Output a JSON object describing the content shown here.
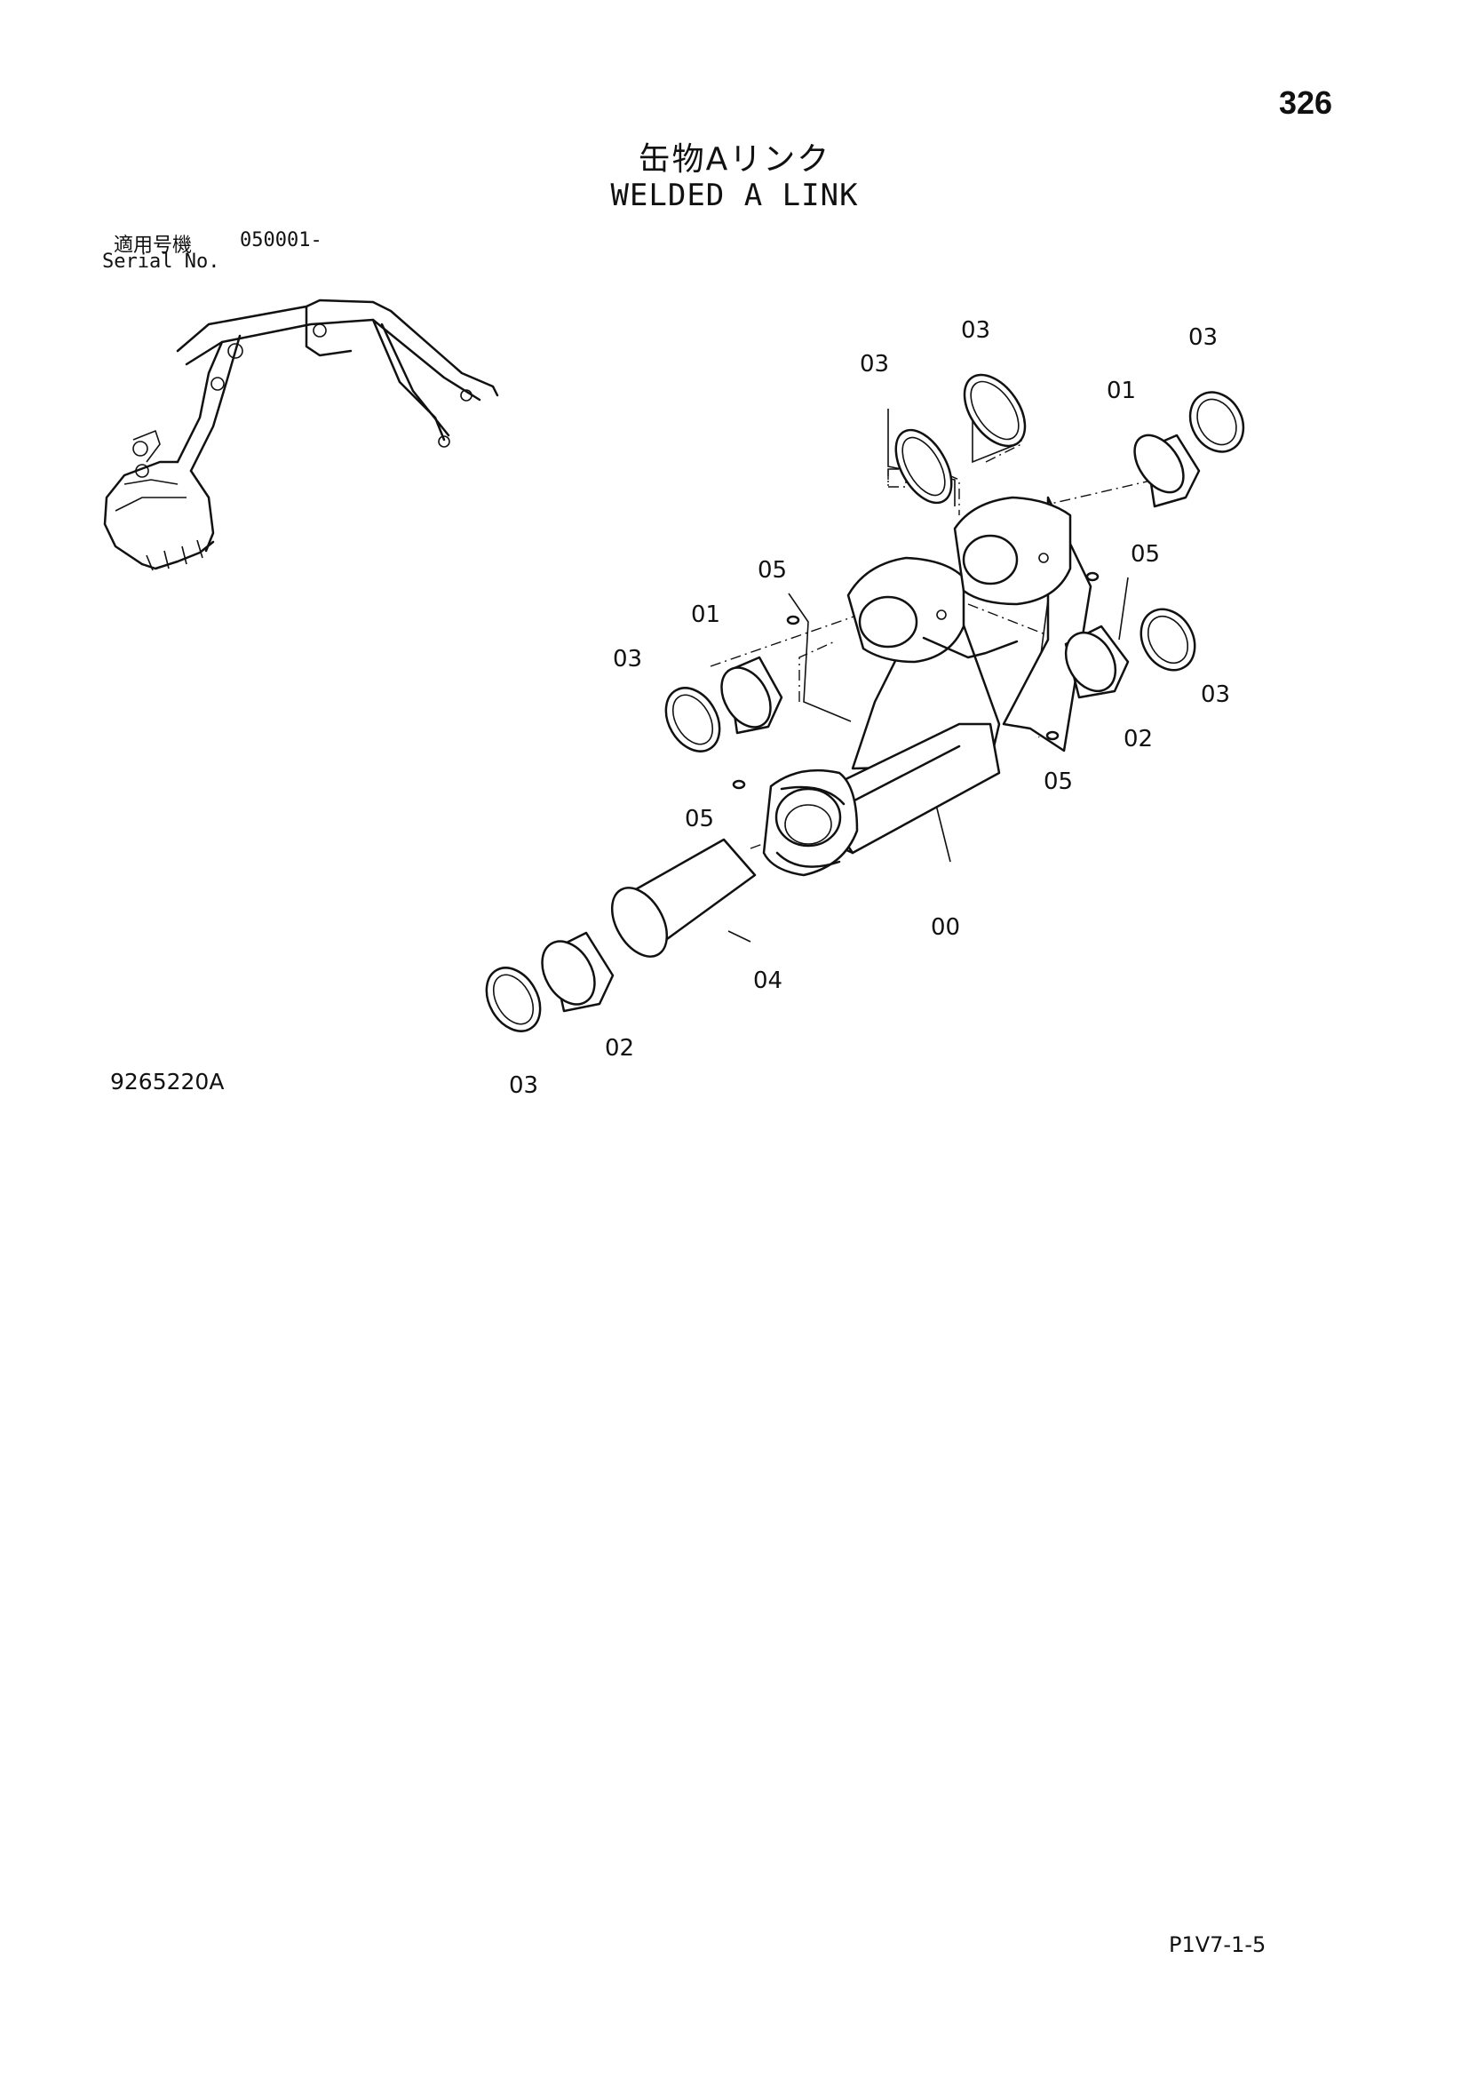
{
  "header": {
    "page_number": "326",
    "title_jp": "缶物Aリンク",
    "title_en": "WELDED A LINK"
  },
  "serial": {
    "label_jp": "適用号機",
    "range": "050001-",
    "label_en": "Serial No."
  },
  "drawing_number": "9265220A",
  "footer_code": "P1V7-1-5",
  "callouts": [
    {
      "id": "c1",
      "text": "03"
    },
    {
      "id": "c2",
      "text": "03"
    },
    {
      "id": "c3",
      "text": "03"
    },
    {
      "id": "c4",
      "text": "01"
    },
    {
      "id": "c5",
      "text": "05"
    },
    {
      "id": "c6",
      "text": "05"
    },
    {
      "id": "c7",
      "text": "01"
    },
    {
      "id": "c8",
      "text": "03"
    },
    {
      "id": "c9",
      "text": "03"
    },
    {
      "id": "c10",
      "text": "02"
    },
    {
      "id": "c11",
      "text": "05"
    },
    {
      "id": "c12",
      "text": "05"
    },
    {
      "id": "c13",
      "text": "00"
    },
    {
      "id": "c14",
      "text": "04"
    },
    {
      "id": "c15",
      "text": "02"
    },
    {
      "id": "c16",
      "text": "03"
    }
  ]
}
